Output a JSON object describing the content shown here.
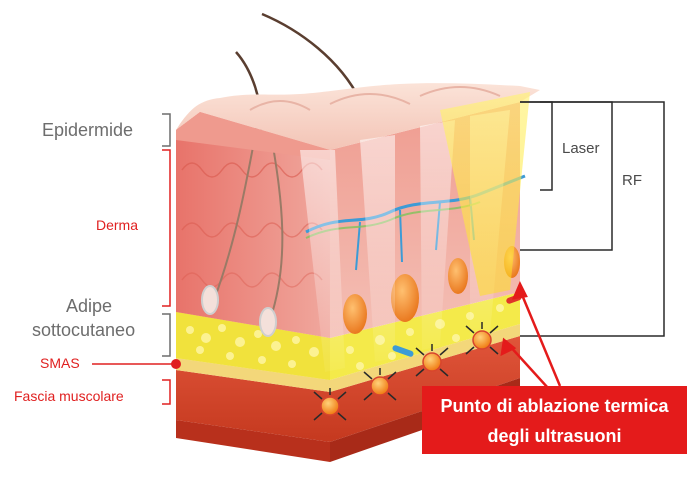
{
  "layers": {
    "epidermis": "Epidermide",
    "dermis": "Derma",
    "fat_line1": "Adipe",
    "fat_line2": "sottocutaneo",
    "smas": "SMAS",
    "muscle_fascia": "Fascia muscolare"
  },
  "depth_brackets": {
    "laser": "Laser",
    "rf": "RF"
  },
  "callout": {
    "line1": "Punto di ablazione termica",
    "line2": "degli ultrasuoni"
  },
  "colors": {
    "label_gray": "#6d6d6d",
    "label_red": "#e02020",
    "callout_bg": "#e41b1b",
    "callout_text": "#ffffff",
    "dermis_pink": "#f2a8a0",
    "fat_yellow": "#f4ea4a",
    "muscle_red": "#d8452d",
    "ablation_orange": "#f7931e"
  }
}
